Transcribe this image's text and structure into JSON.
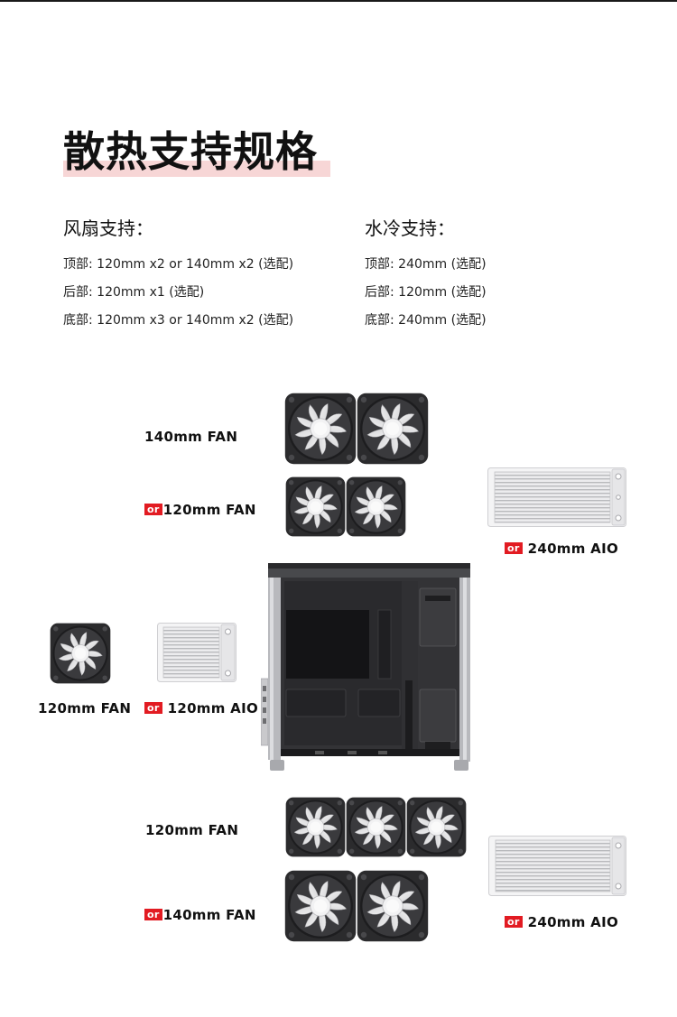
{
  "title": "散热支持规格",
  "fan_support": {
    "heading": "风扇支持：",
    "lines": [
      "顶部: 120mm x2 or 140mm x2 (选配)",
      "后部: 120mm x1 (选配)",
      "底部: 120mm x3 or 140mm x2 (选配)"
    ]
  },
  "water_support": {
    "heading": "水冷支持：",
    "lines": [
      "顶部: 240mm (选配)",
      "后部: 120mm (选配)",
      "底部:  240mm (选配)"
    ]
  },
  "diagram": {
    "or_badge": "or",
    "top_140_label": "140mm  FAN",
    "top_120_label": "120mm  FAN",
    "top_aio_label": "240mm  AIO",
    "rear_fan_label": "120mm  FAN",
    "rear_aio_label": "120mm  AIO",
    "bottom_120_label": "120mm  FAN",
    "bottom_140_label": "140mm  FAN",
    "bottom_aio_label": "240mm  AIO"
  },
  "colors": {
    "accent_red": "#e21b22",
    "title_highlight": "#f7d6d6",
    "fan_frame": "#2b2b2d",
    "fan_blade": "#e8e8ea",
    "radiator": "#e9eaec"
  },
  "icons": [
    "fan-icon",
    "radiator-icon",
    "pc-case-image"
  ]
}
